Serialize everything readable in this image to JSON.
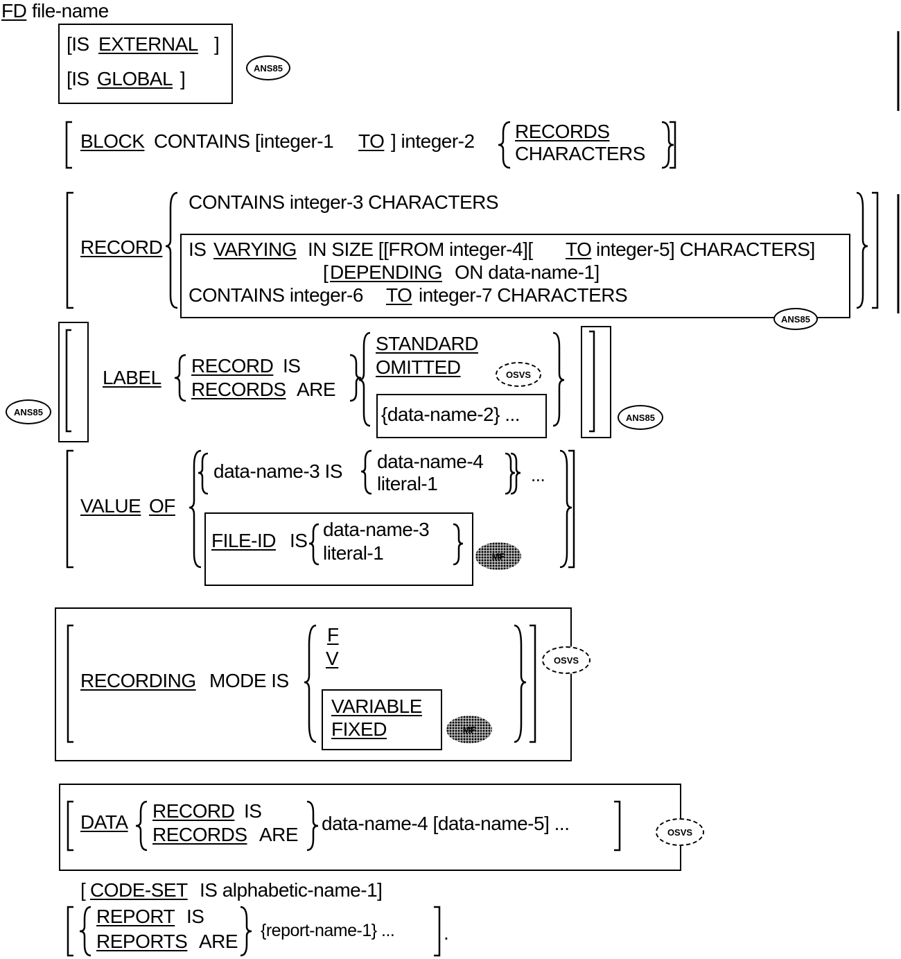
{
  "fd": {
    "keyword": "FD",
    "name": "file-name"
  },
  "external_global": {
    "is_1": "[IS",
    "external": "EXTERNAL",
    "close_1": "]",
    "is_2": "[IS",
    "global": "GLOBAL",
    "close_2": "]"
  },
  "block": {
    "block": "BLOCK",
    "contains": "CONTAINS [integer-1",
    "to": "TO",
    "int2": "] integer-2",
    "records": "RECORDS",
    "characters": "CHARACTERS"
  },
  "record": {
    "record": "RECORD",
    "contains3": "CONTAINS integer-3 CHARACTERS",
    "is_": "IS",
    "varying": "VARYING",
    "in_size": "IN SIZE [[FROM integer-4][",
    "to1": "TO",
    "int5": "integer-5] CHARACTERS]",
    "dep_open": "[",
    "depending": "DEPENDING",
    "dep_rest": "ON data-name-1]",
    "contains6": "CONTAINS integer-6",
    "to2": "TO",
    "int7": "integer-7 CHARACTERS"
  },
  "label": {
    "label": "LABEL",
    "record": "RECORD",
    "is": "IS",
    "records": "RECORDS",
    "are": "ARE",
    "standard": "STANDARD",
    "omitted": "OMITTED",
    "dataname2": "{data-name-2} ..."
  },
  "value_of": {
    "value": "VALUE",
    "of": "OF",
    "dn3": "data-name-3 IS",
    "dn4": "data-name-4",
    "lit1": "literal-1",
    "ellipsis": "...",
    "fileid": "FILE-ID",
    "fileid_is": "IS",
    "dn3b": "data-name-3",
    "lit1b": "literal-1"
  },
  "recording": {
    "recording": "RECORDING",
    "mode_is": "MODE IS",
    "f": "F",
    "v": "V",
    "variable": "VARIABLE",
    "fixed": "FIXED"
  },
  "data": {
    "data": "DATA",
    "record": "RECORD",
    "is": "IS",
    "records": "RECORDS",
    "are": "ARE",
    "rest": "data-name-4 [data-name-5] ..."
  },
  "code_set": {
    "open": "[",
    "codeset": "CODE-SET",
    "rest": "IS alphabetic-name-1]"
  },
  "report": {
    "report": "REPORT",
    "is": "IS",
    "reports": "REPORTS",
    "are": "ARE",
    "rest": "{report-name-1} ...",
    "end": "."
  },
  "badges": {
    "ans85": "ANS85",
    "osvs": "OSVS",
    "mf": "MF"
  }
}
